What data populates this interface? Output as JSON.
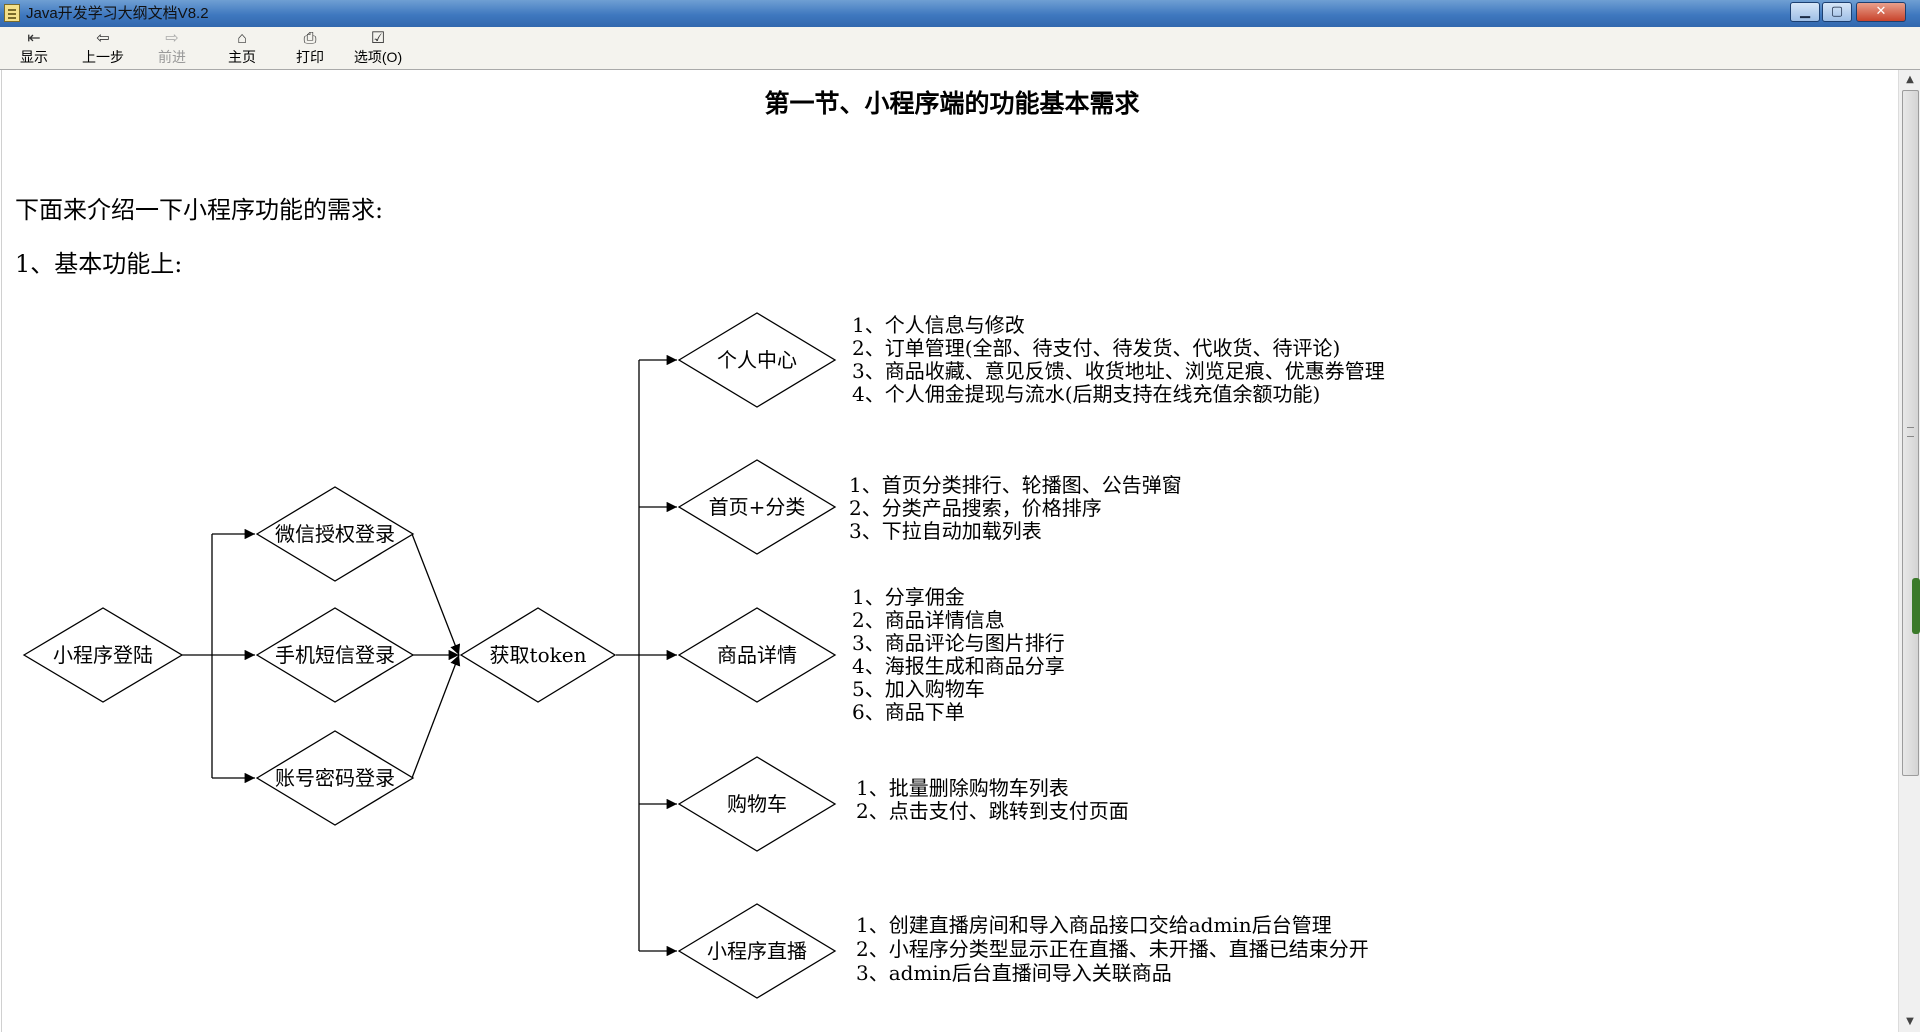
{
  "window": {
    "title": "Java开发学习大纲文档V8.2",
    "buttons": {
      "minimize": "▁",
      "maximize": "▢",
      "close": "✕"
    }
  },
  "toolbar": {
    "items": [
      {
        "label": "显示",
        "icon": "hide-pane-icon"
      },
      {
        "label": "上一步",
        "icon": "back-arrow-icon"
      },
      {
        "label": "前进",
        "icon": "forward-arrow-icon",
        "disabled": true
      },
      {
        "label": "主页",
        "icon": "home-icon"
      },
      {
        "label": "打印",
        "icon": "printer-icon"
      },
      {
        "label": "选项(O)",
        "icon": "options-icon"
      }
    ]
  },
  "document": {
    "title": "第一节、小程序端的功能基本需求",
    "intro": "下面来介绍一下小程序功能的需求:",
    "subheading": "1、基本功能上:"
  },
  "diagram": {
    "start": "小程序登陆",
    "logins": [
      "微信授权登录",
      "手机短信登录",
      "账号密码登录"
    ],
    "token": "获取token",
    "modules": [
      {
        "name": "个人中心",
        "requirements": [
          "1、个人信息与修改",
          "2、订单管理(全部、待支付、待发货、代收货、待评论)",
          "3、商品收藏、意见反馈、收货地址、浏览足痕、优惠券管理",
          "4、个人佣金提现与流水(后期支持在线充值余额功能)"
        ]
      },
      {
        "name": "首页+分类",
        "requirements": [
          "1、首页分类排行、轮播图、公告弹窗",
          "2、分类产品搜索，价格排序",
          "3、下拉自动加载列表"
        ]
      },
      {
        "name": "商品详情",
        "requirements": [
          "1、分享佣金",
          "2、商品详情信息",
          "3、商品评论与图片排行",
          "4、海报生成和商品分享",
          "5、加入购物车",
          "6、商品下单"
        ]
      },
      {
        "name": "购物车",
        "requirements": [
          "1、批量删除购物车列表",
          "2、点击支付、跳转到支付页面"
        ]
      },
      {
        "name": "小程序直播",
        "requirements": [
          "1、创建直播房间和导入商品接口交给admin后台管理",
          "2、小程序分类型显示正在直播、未开播、直播已结束分开",
          "3、admin后台直播间导入关联商品"
        ]
      }
    ]
  }
}
